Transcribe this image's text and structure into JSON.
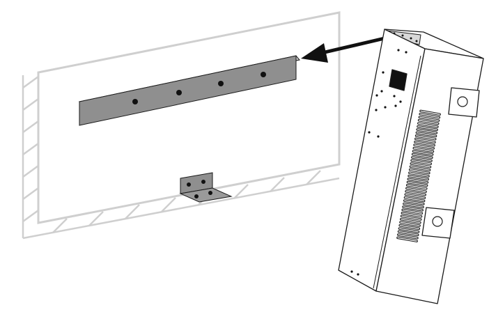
{
  "diagram": {
    "components": [
      "wall",
      "floor",
      "wall-bracket",
      "floor-bracket",
      "cabinet",
      "insertion-arrow"
    ],
    "colors": {
      "background": "#ffffff",
      "wall_frame": "#cfcfcf",
      "hatch": "#cfcfcf",
      "bracket_fill": "#8f8f8f",
      "bracket_top": "#c4c4c4",
      "outline": "#1a1a1a",
      "screw": "#111111"
    }
  }
}
